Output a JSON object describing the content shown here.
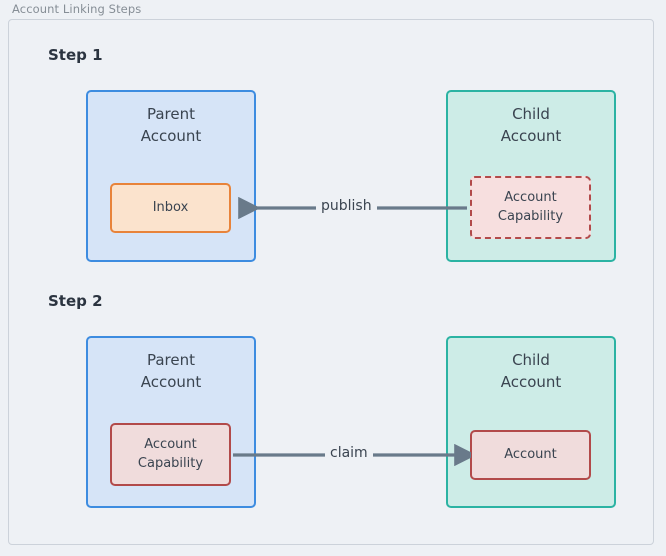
{
  "panel": {
    "title": "Account Linking Steps"
  },
  "colors": {
    "background": "#eef1f5",
    "panel_border": "#ccd2da",
    "panel_title_text": "#868e96",
    "parent_fill": "#d6e4f7",
    "parent_border": "#3d8ce0",
    "child_fill": "#cdece7",
    "child_border": "#2bb3a3",
    "inbox_fill": "#fbe3cd",
    "inbox_border": "#e8833a",
    "capability_fill": "#f7dfdf",
    "capability_border": "#b24a4a",
    "arrow": "#697a8a",
    "text": "#3a4450",
    "step_text": "#2b3440"
  },
  "steps": [
    {
      "label": "Step 1",
      "parent": {
        "title": "Parent\nAccount",
        "inner": {
          "label": "Inbox",
          "style": "orange-solid"
        }
      },
      "child": {
        "title": "Child\nAccount",
        "inner": {
          "label": "Account\nCapability",
          "style": "red-dashed"
        }
      },
      "edge": {
        "label": "publish",
        "direction": "right-to-left"
      }
    },
    {
      "label": "Step 2",
      "parent": {
        "title": "Parent\nAccount",
        "inner": {
          "label": "Account\nCapability",
          "style": "red-solid"
        }
      },
      "child": {
        "title": "Child\nAccount",
        "inner": {
          "label": "Account",
          "style": "red-solid"
        }
      },
      "edge": {
        "label": "claim",
        "direction": "left-to-right"
      }
    }
  ]
}
